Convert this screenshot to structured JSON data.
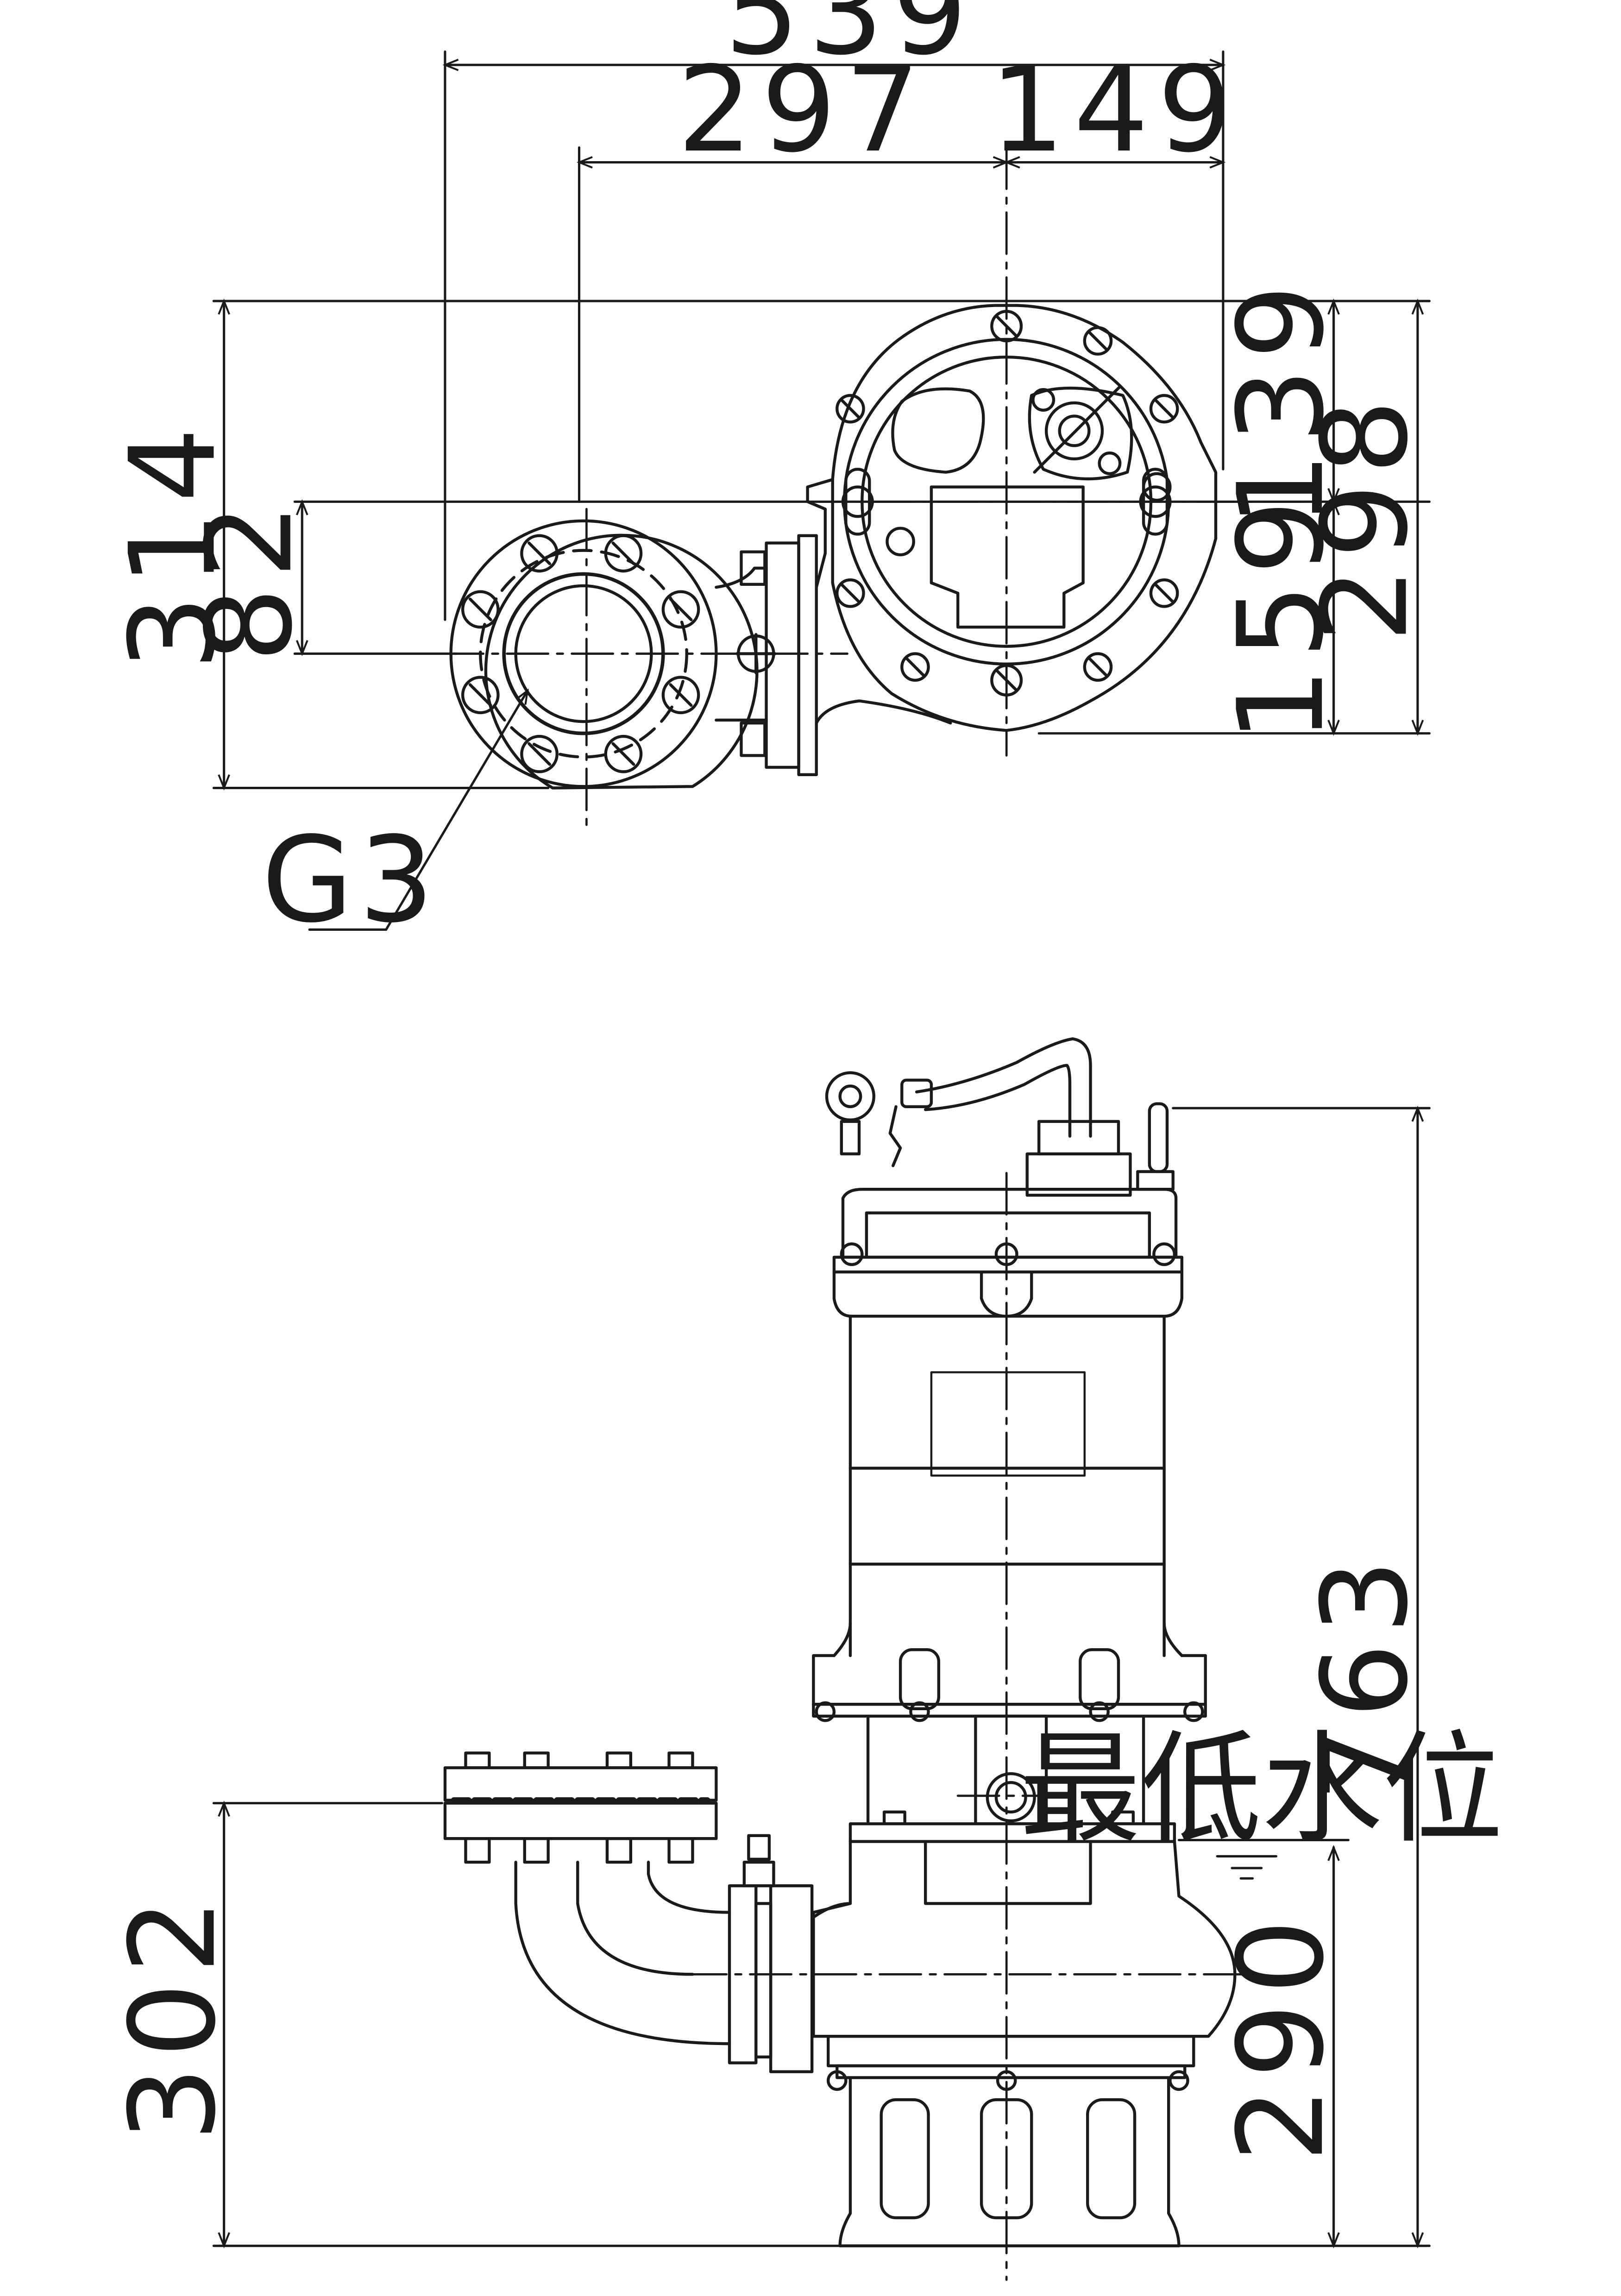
{
  "plan_view": {
    "dims": {
      "overall_width": "539",
      "discharge_to_center": "297",
      "center_to_right": "149",
      "overall_depth": "314",
      "discharge_offset": "82",
      "top_to_center": "139",
      "center_to_bottom": "159",
      "right_depth": "298"
    },
    "discharge_label": "G3"
  },
  "side_view": {
    "dims": {
      "overall_height": "763",
      "discharge_height": "302",
      "min_water_level_height": "290"
    },
    "min_water_level_label": "最低水位"
  }
}
